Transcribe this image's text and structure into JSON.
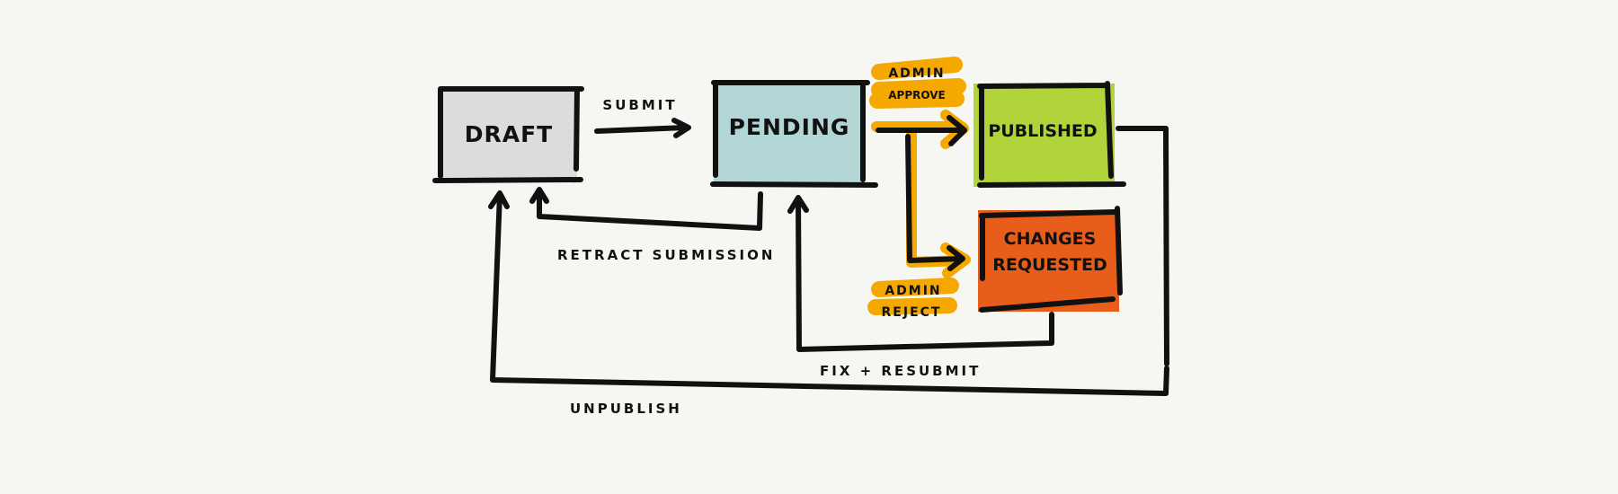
{
  "colors": {
    "background": "#f6f6f2",
    "draft": "#dcdcdc",
    "pending": "#b2d6d5",
    "published": "#b0d43a",
    "changes_requested": "#e95d1b",
    "highlight": "#f5a800",
    "ink": "#111111"
  },
  "states": {
    "draft": "DRAFT",
    "pending": "PENDING",
    "published": "PUBLISHED",
    "changes_line1": "CHANGES",
    "changes_line2": "REQUESTED"
  },
  "transitions": {
    "submit": "SUBMIT",
    "admin_approve_line1": "ADMIN",
    "admin_approve_line2": "APPROVE",
    "admin_reject_line1": "ADMIN",
    "admin_reject_line2": "REJECT",
    "retract": "RETRACT SUBMISSION",
    "fix_resubmit": "FIX + RESUBMIT",
    "unpublish": "UNPUBLISH"
  }
}
